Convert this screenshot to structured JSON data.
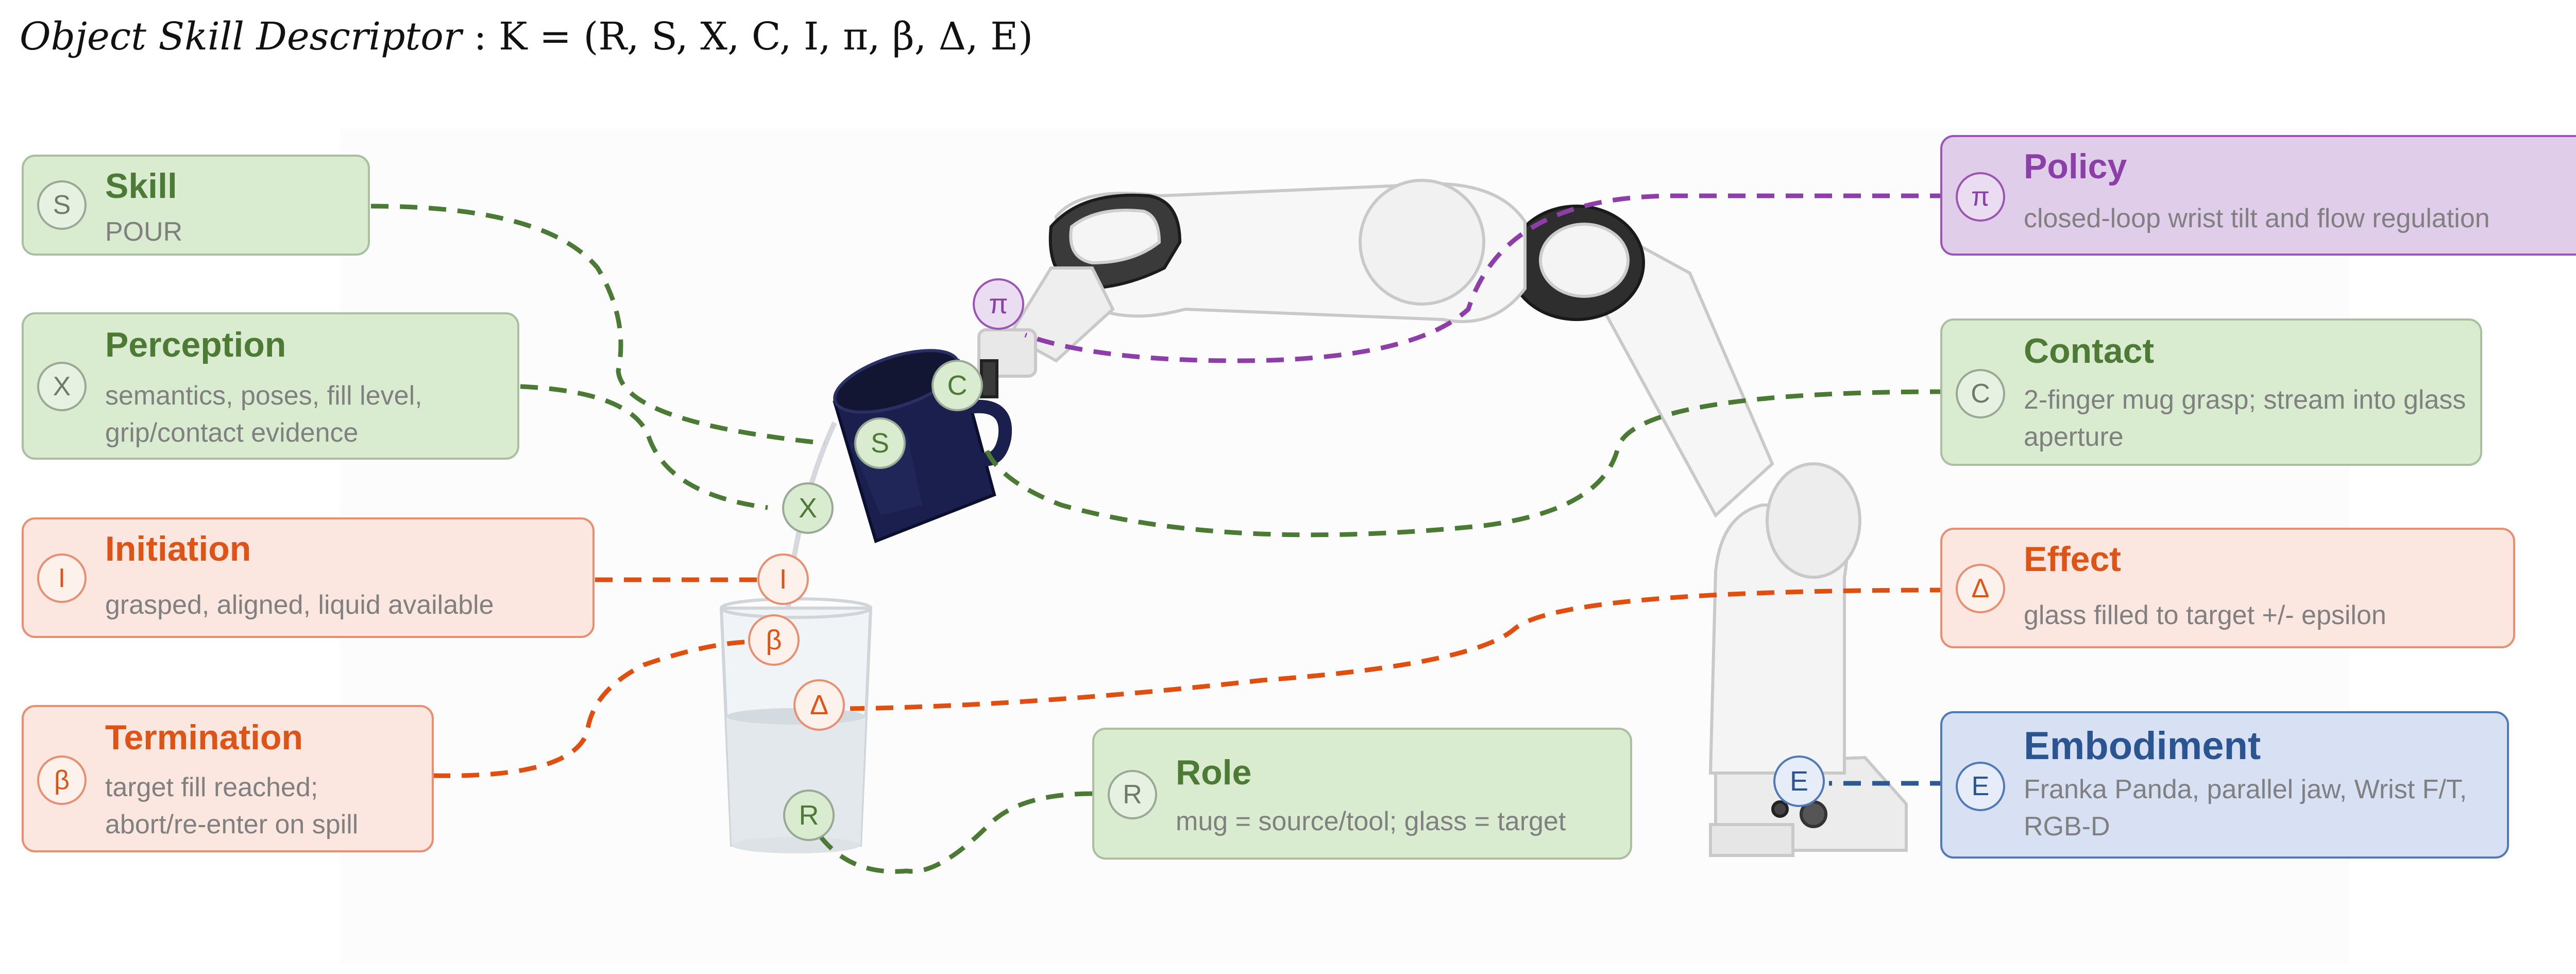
{
  "title": {
    "prefix": "Object  Skill  Descriptor",
    "formula": " : K = (R, S, X, C, I, π, β, Δ, E)"
  },
  "boxes": {
    "skill": {
      "icon": "S",
      "heading": "Skill",
      "text": "POUR"
    },
    "perception": {
      "icon": "X",
      "heading": "Perception",
      "text": "semantics, poses, fill level, grip/contact evidence"
    },
    "initiation": {
      "icon": "I",
      "heading": "Initiation",
      "text": "grasped, aligned, liquid available"
    },
    "termination": {
      "icon": "β",
      "heading": "Termination",
      "text": "target fill reached; abort/re-enter on spill"
    },
    "role": {
      "icon": "R",
      "heading": "Role",
      "text": "mug = source/tool; glass = target"
    },
    "policy": {
      "icon": "π",
      "heading": "Policy",
      "text": "closed-loop wrist tilt and flow regulation"
    },
    "contact": {
      "icon": "C",
      "heading": "Contact",
      "text": "2-finger mug grasp; stream into glass aperture"
    },
    "effect": {
      "icon": "Δ",
      "heading": "Effect",
      "text": "glass filled to target +/- epsilon"
    },
    "embodiment": {
      "icon": "E",
      "heading": "Embodiment",
      "text": "Franka Panda, parallel jaw, Wrist F/T, RGB-D"
    }
  },
  "tags": {
    "s": "S",
    "x": "X",
    "c": "C",
    "pi": "π",
    "i": "I",
    "beta": "β",
    "delta": "Δ",
    "r": "R",
    "e": "E"
  },
  "colors": {
    "green_line": "#4b7a34",
    "orange_line": "#e04e10",
    "purple_line": "#8e3ea8",
    "blue_line": "#2b5a93"
  }
}
